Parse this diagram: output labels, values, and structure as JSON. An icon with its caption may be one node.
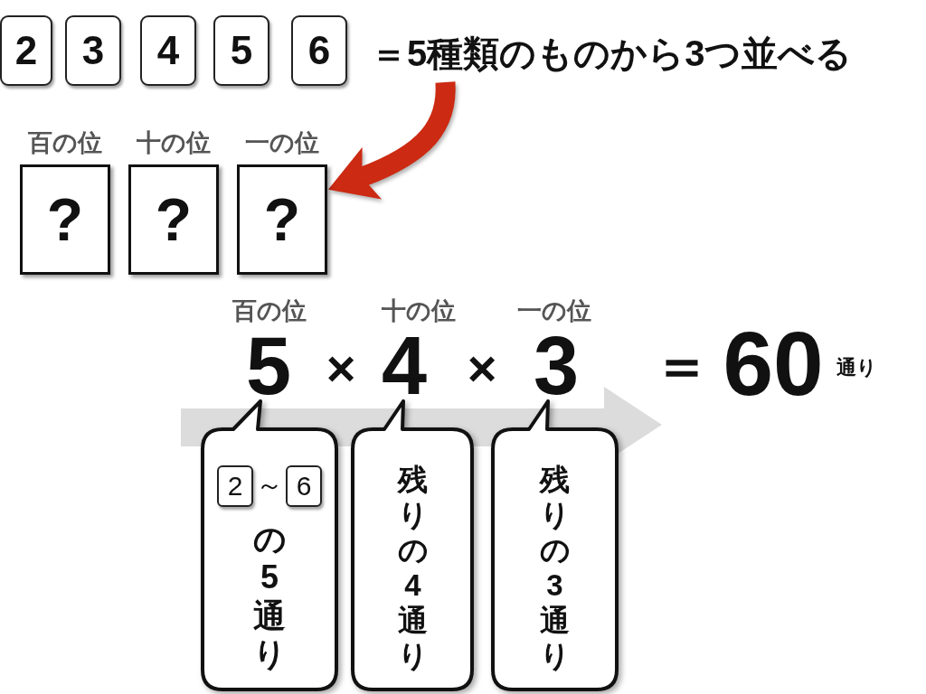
{
  "diagram": {
    "nodes": [
      {
        "text": [
          "2"
        ]
      },
      {
        "text": [
          "3"
        ]
      },
      {
        "text": [
          "4"
        ]
      },
      {
        "text": [
          "5"
        ]
      },
      {
        "text": [
          "6"
        ]
      },
      {
        "text": [
          "＝5種類のものから3つ並べる"
        ]
      },
      {
        "text": [
          "百の位",
          "?"
        ]
      },
      {
        "text": [
          "十の位",
          "?"
        ]
      },
      {
        "text": [
          "一の位",
          "?"
        ]
      },
      {
        "text": [
          "～",
          "の5通り"
        ]
      },
      {
        "text": [
          "2"
        ],
        "in": 9
      },
      {
        "text": [
          "6"
        ],
        "in": 9
      },
      {
        "text": [
          "残りの4通り"
        ]
      },
      {
        "text": [
          "残りの3通り"
        ]
      }
    ],
    "edges": [
      {
        "from": 5,
        "to": 8,
        "arrow": "to",
        "color": "#cc2a12"
      }
    ],
    "labels": [
      "百の位",
      "十の位",
      "一の位",
      "5",
      "×",
      "4",
      "×",
      "3",
      "＝",
      "60",
      "通り"
    ]
  }
}
